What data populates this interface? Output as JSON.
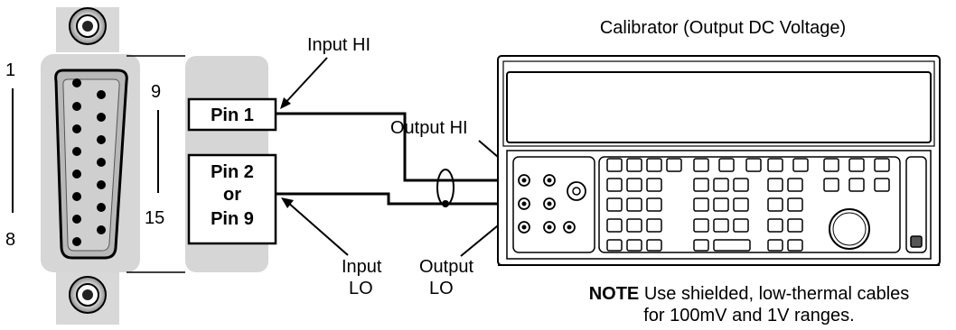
{
  "connector": {
    "pin_left_top": "1",
    "pin_left_bottom": "8",
    "pin_right_top": "9",
    "pin_right_bottom": "15"
  },
  "pins": {
    "pin1": "Pin 1",
    "pin2_line1": "Pin 2",
    "pin2_line2": "or",
    "pin2_line3": "Pin 9"
  },
  "labels": {
    "input_hi": "Input HI",
    "input_lo_line1": "Input",
    "input_lo_line2": "LO",
    "output_hi": "Output HI",
    "output_lo_line1": "Output",
    "output_lo_line2": "LO",
    "calibrator_title": "Calibrator (Output DC Voltage)"
  },
  "note": {
    "prefix": "NOTE",
    "line1": "Use shielded, low-thermal cables",
    "line2": "for 100mV and 1V ranges."
  }
}
